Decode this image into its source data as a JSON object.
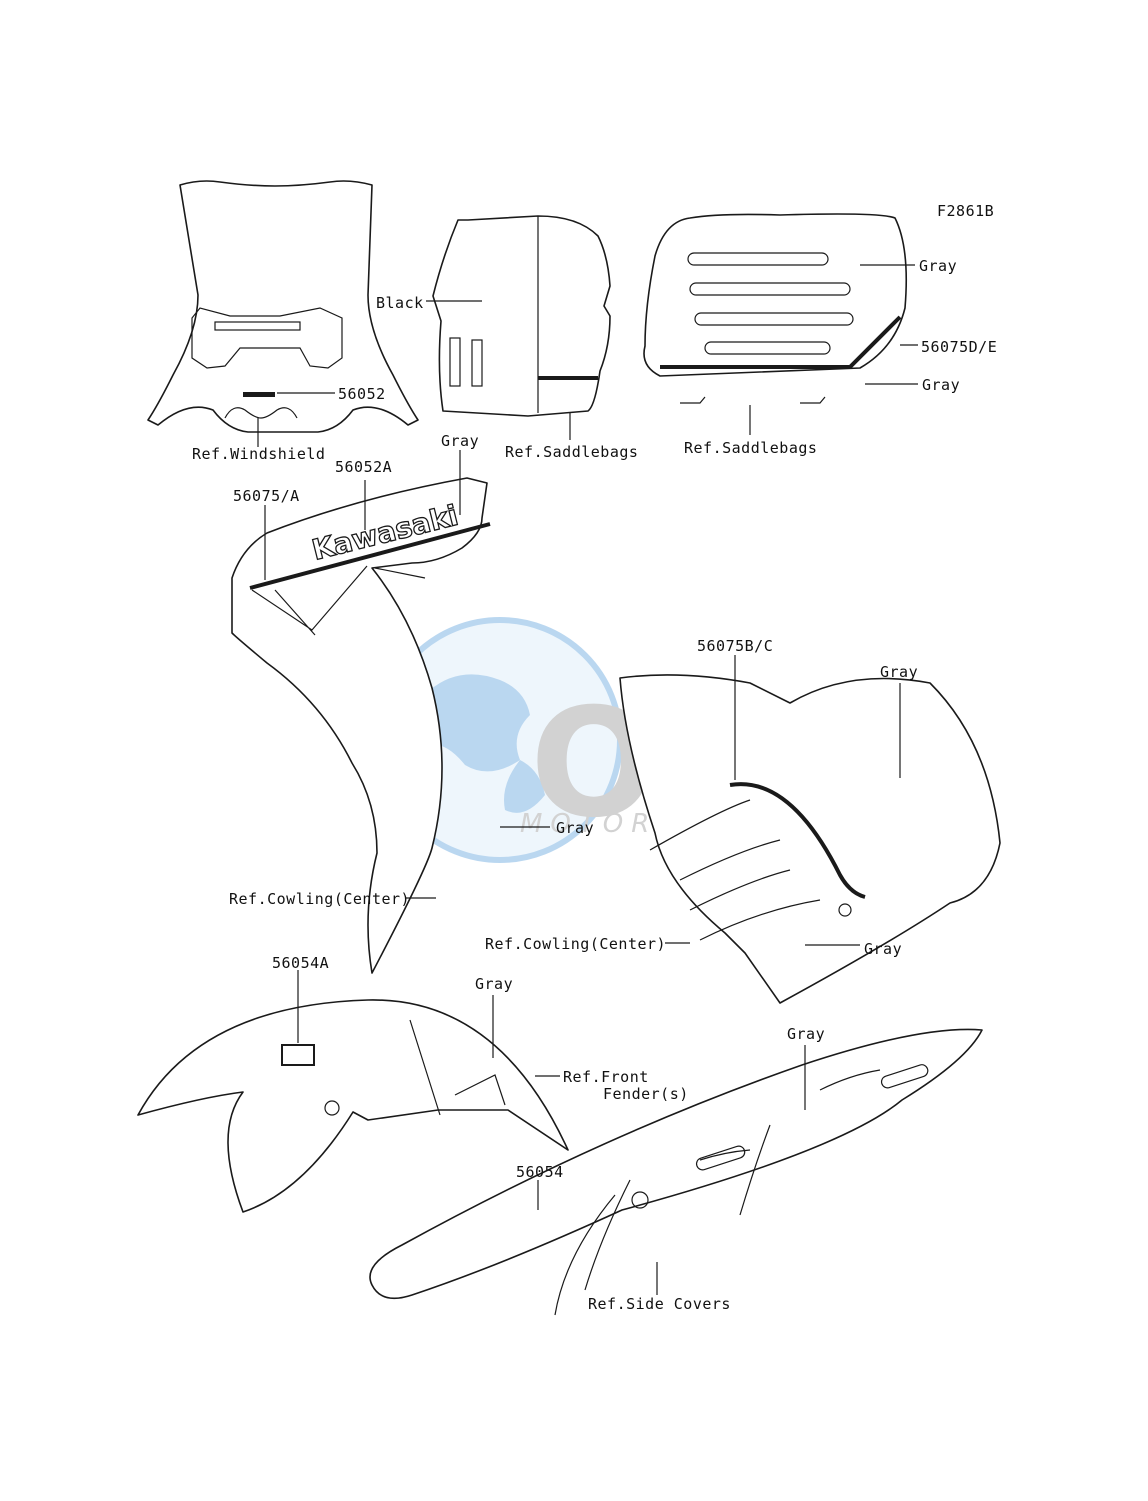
{
  "figure_code": "F2861B",
  "callouts": {
    "windshield_part": "56052",
    "windshield_ref": "Ref.Windshield",
    "saddlebag_left_color": "Black",
    "saddlebag_left_ref": "Ref.Saddlebags",
    "saddlebag_right_color_top": "Gray",
    "saddlebag_right_part": "56075D/E",
    "saddlebag_right_color_bottom": "Gray",
    "saddlebag_right_ref": "Ref.Saddlebags",
    "cowl_left_color_top": "Gray",
    "cowl_left_part_logo": "56052A",
    "cowl_left_part_stripe": "56075/A",
    "cowl_left_color_mid": "Gray",
    "cowl_left_ref": "Ref.Cowling(Center)",
    "cowl_right_part_stripe": "56075B/C",
    "cowl_right_color_top": "Gray",
    "cowl_right_ref": "Ref.Cowling(Center)",
    "cowl_right_color_bottom": "Gray",
    "fender_part": "56054A",
    "fender_color": "Gray",
    "fender_ref_line1": "Ref.Front",
    "fender_ref_line2": "Fender(s)",
    "side_cover_color": "Gray",
    "side_cover_part": "56054",
    "side_cover_ref": "Ref.Side Covers"
  },
  "decal_text": {
    "brand": "Kawasaki"
  },
  "watermark": {
    "brand": "OSM",
    "subtitle": "MOTORPARTS"
  },
  "colors": {
    "line": "#1a1a1a",
    "watermark_blue": "#3d8fd6",
    "watermark_gray": "#8c8c8c"
  }
}
